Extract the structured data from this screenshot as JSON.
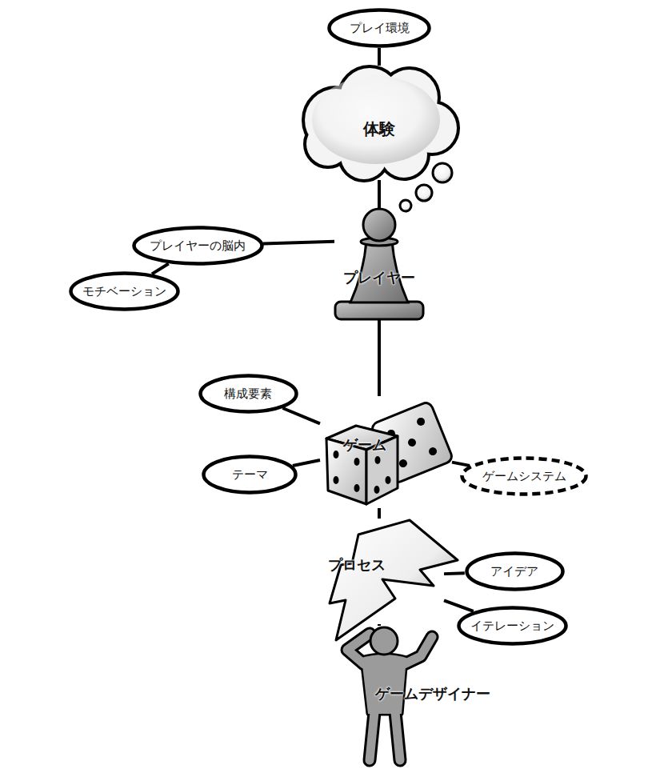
{
  "diagram": {
    "nodes": [
      {
        "text": [
          "プレイ環境"
        ]
      },
      {
        "text": [
          "体験"
        ]
      },
      {
        "text": [
          "プレイヤーの脳内"
        ]
      },
      {
        "text": [
          "モチベーション"
        ]
      },
      {
        "text": [
          "プレイヤー"
        ]
      },
      {
        "text": [
          "構成要素"
        ]
      },
      {
        "text": [
          "ゲーム"
        ]
      },
      {
        "text": [
          "テーマ"
        ]
      },
      {
        "text": [
          "ゲームシステム"
        ]
      },
      {
        "text": [
          "プロセス"
        ]
      },
      {
        "text": [
          "アイデア"
        ]
      },
      {
        "text": [
          "イテレーション"
        ]
      },
      {
        "text": [
          "ゲームデザイナー"
        ]
      }
    ],
    "edges": [
      {
        "from": 0,
        "to": 1,
        "arrow": "none"
      },
      {
        "from": 1,
        "to": 4,
        "arrow": "none"
      },
      {
        "from": 4,
        "to": 2,
        "arrow": "none"
      },
      {
        "from": 2,
        "to": 3,
        "arrow": "none"
      },
      {
        "from": 4,
        "to": 6,
        "arrow": "none"
      },
      {
        "from": 5,
        "to": 6,
        "arrow": "none"
      },
      {
        "from": 7,
        "to": 6,
        "arrow": "none"
      },
      {
        "from": 6,
        "to": 8,
        "arrow": "none"
      },
      {
        "from": 6,
        "to": 9,
        "arrow": "none"
      },
      {
        "from": 9,
        "to": 10,
        "arrow": "none"
      },
      {
        "from": 9,
        "to": 11,
        "arrow": "none"
      },
      {
        "from": 9,
        "to": 12,
        "arrow": "none"
      }
    ]
  }
}
